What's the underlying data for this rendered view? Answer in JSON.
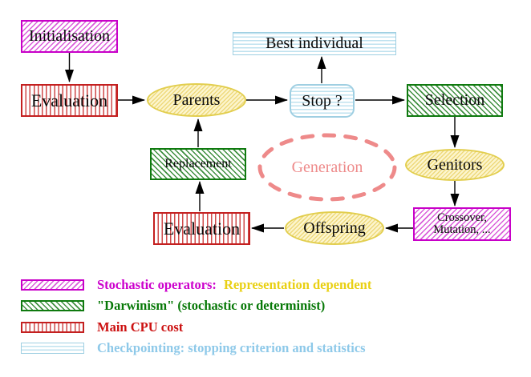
{
  "diagram": {
    "nodes": {
      "initialisation": {
        "label": "Initialisation"
      },
      "evaluation_top": {
        "label": "Evaluation"
      },
      "parents": {
        "label": "Parents"
      },
      "best_individual": {
        "label": "Best individual"
      },
      "stop": {
        "label": "Stop ?"
      },
      "selection": {
        "label": "Selection"
      },
      "genitors": {
        "label": "Genitors"
      },
      "replacement": {
        "label": "Replacement"
      },
      "generation": {
        "label": "Generation"
      },
      "evaluation_bottom": {
        "label": "Evaluation"
      },
      "offspring": {
        "label": "Offspring"
      },
      "crossover": {
        "line1": "Crossover,",
        "line2": "Mutation, ..."
      }
    },
    "edges": [
      {
        "from": "initialisation",
        "to": "evaluation_top"
      },
      {
        "from": "evaluation_top",
        "to": "parents"
      },
      {
        "from": "parents",
        "to": "stop"
      },
      {
        "from": "stop",
        "to": "best_individual"
      },
      {
        "from": "stop",
        "to": "selection"
      },
      {
        "from": "selection",
        "to": "genitors"
      },
      {
        "from": "genitors",
        "to": "crossover"
      },
      {
        "from": "crossover",
        "to": "offspring"
      },
      {
        "from": "offspring",
        "to": "evaluation_bottom"
      },
      {
        "from": "evaluation_bottom",
        "to": "replacement"
      },
      {
        "from": "replacement",
        "to": "parents"
      }
    ]
  },
  "legend": {
    "items": [
      {
        "swatch": "magenta-diagonal-hatch",
        "label": "Stochastic operators:",
        "label2": "Representation dependent"
      },
      {
        "swatch": "green-diagonal-hatch",
        "label": "\"Darwinism\" (stochastic or determinist)"
      },
      {
        "swatch": "red-vertical-stripes",
        "label": "Main CPU cost"
      },
      {
        "swatch": "cyan-horizontal-stripes",
        "label": "Checkpointing: stopping criterion and statistics"
      }
    ]
  },
  "colors": {
    "magenta": "#c800c8",
    "green": "#0f7a0f",
    "red": "#c42020",
    "cyan_border": "#9fcfe2",
    "yellow_border": "#e2ce4e",
    "coral_dashed": "#ee8a8a",
    "gold_text": "#e9d013",
    "light_blue_text": "#8ec9e9",
    "arrow": "#000000"
  }
}
